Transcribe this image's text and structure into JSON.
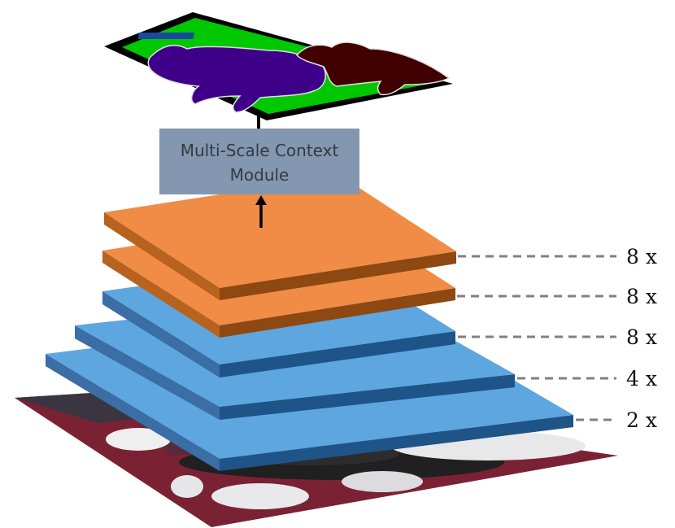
{
  "module": {
    "line1": "Multi-Scale Context",
    "line2": "Module"
  },
  "scales": [
    "8 x",
    "8 x",
    "8 x",
    "4 x",
    "2 x"
  ],
  "colors": {
    "orange_top": "#f08c46",
    "orange_side": "#8e4812",
    "blue_top": "#5ea6e0",
    "blue_side": "#1e5487",
    "module_box": "#8497b0",
    "seg_green": "#00c800",
    "seg_purple": "#3e0088",
    "seg_maroon": "#400000",
    "seg_black": "#000000",
    "leader_dash": "#808080"
  }
}
